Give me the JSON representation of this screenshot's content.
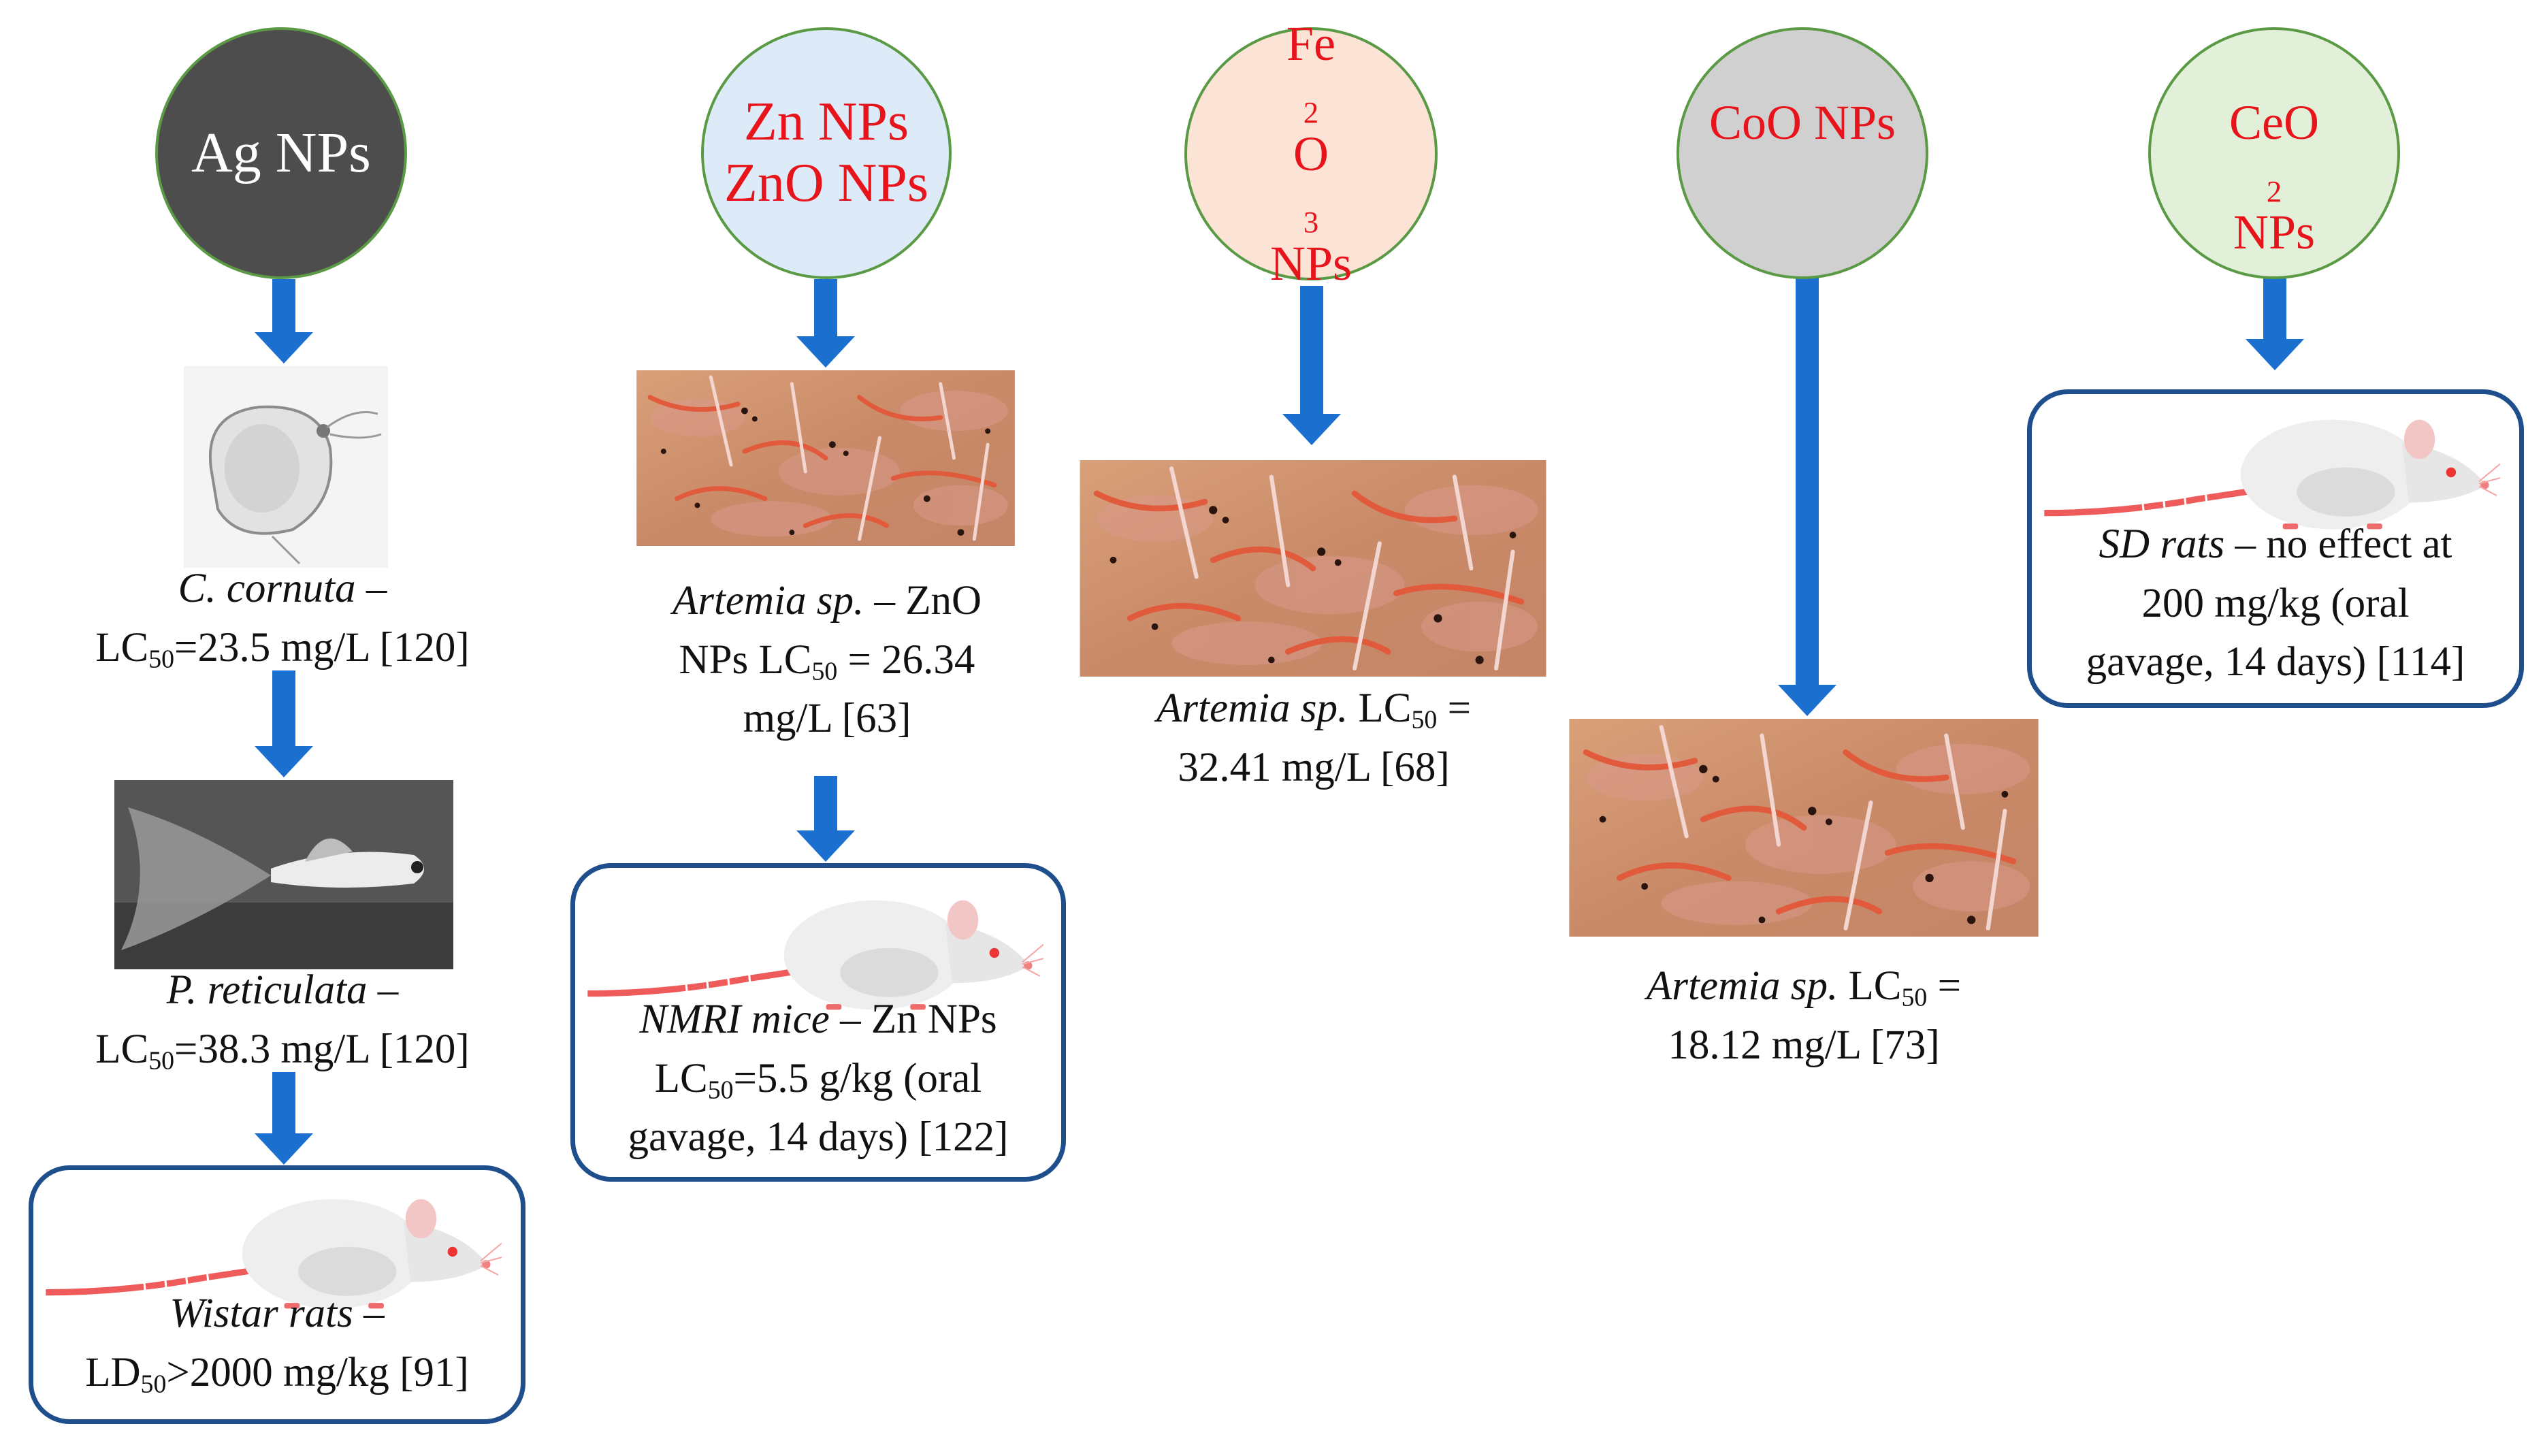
{
  "colors": {
    "arrow": "#1b6fcf",
    "box_border": "#1f4e8c",
    "label_red": "#e8141c",
    "ag_circle": "#4d4d4d",
    "zn_circle": "#dcebf7",
    "fe_circle": "#fbe3d6",
    "co_circle": "#d0d0d0",
    "ce_circle": "#e2f0d9",
    "circle_border": "#5b9a45"
  },
  "nodes": {
    "ag": {
      "label": "Ag NPs"
    },
    "zn": {
      "line1": "Zn NPs",
      "line2": "ZnO NPs"
    },
    "fe": {
      "pre": "Fe",
      "sub1": "2",
      "mid": "O",
      "sub2": "3",
      "post": " NPs"
    },
    "co": {
      "label": "CoO NPs"
    },
    "ce": {
      "pre": "CeO",
      "sub": "2",
      "post": " NPs"
    }
  },
  "captions": {
    "cornuta": {
      "species": "C. cornuta",
      "dash": " –",
      "lc": "LC",
      "sub": "50",
      "val": "=23.5 mg/L [120]"
    },
    "reticulata": {
      "species": "P. reticulata",
      "dash": " –",
      "lc": "LC",
      "sub": "50",
      "val": "=38.3 mg/L [120]"
    },
    "wistar": {
      "species": "Wistar rats",
      "dash": " –",
      "ld": "LD",
      "sub": "50",
      "val": ">2000 mg/kg  [91]"
    },
    "artemia_zn": {
      "species": "Artemia sp.",
      "rest1": " – ZnO",
      "nps": "NPs LC",
      "sub": "50",
      "rest2": " = 26.34",
      "line3": "mg/L [63]"
    },
    "nmri": {
      "species": "NMRI mice",
      "rest1": " – Zn NPs",
      "lc": "LC",
      "sub": "50",
      "rest2": "=5.5 g/kg  (oral",
      "line3": "gavage,  14 days) [122]"
    },
    "artemia_fe": {
      "species": "Artemia sp.",
      "lc": " LC",
      "sub": "50",
      "rest": " =",
      "line2": "32.41 mg/L [68]"
    },
    "artemia_co": {
      "species": "Artemia sp.",
      "lc": " LC",
      "sub": "50",
      "rest": " =",
      "line2": "18.12 mg/L [73]"
    },
    "sd": {
      "species": "SD rats",
      "rest1": " – no effect at",
      "line2": "200 mg/kg  (oral",
      "line3": "gavage,  14 days) [114]"
    }
  }
}
